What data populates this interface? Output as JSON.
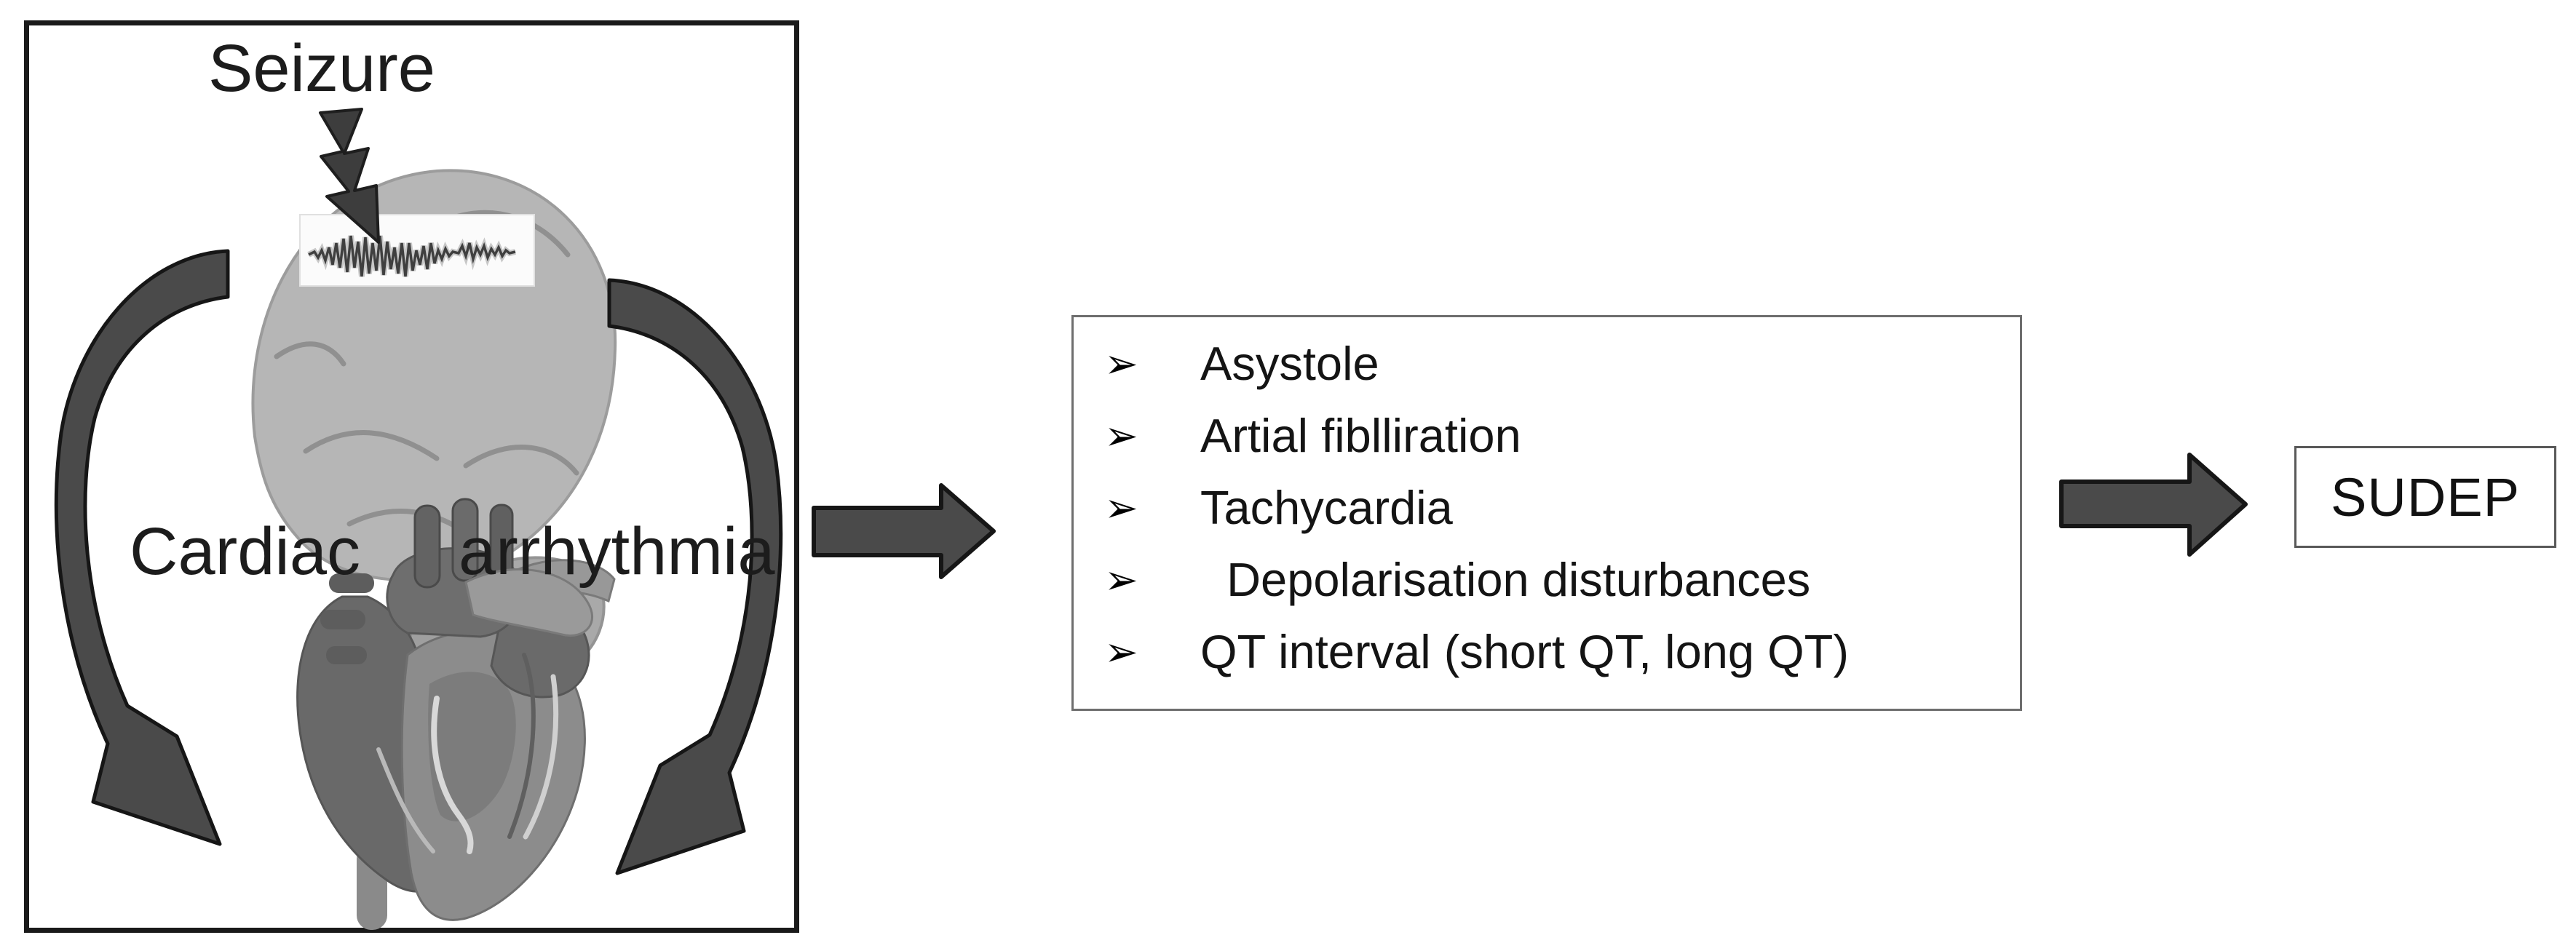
{
  "colors": {
    "arrow_fill": "#4a4a4a",
    "arrow_outline": "#161616",
    "left_box_border": "#1a1a1a",
    "list_box_border": "#6e6e6e",
    "outcome_box_border": "#595959",
    "text": "#1c1c1c",
    "brain_fill": "#b5b5b5",
    "heart_fill": "#8c8c8c",
    "eeg_trace": "#3f3f3f"
  },
  "left_panel": {
    "title": "Seizure",
    "cardiac_word": "Cardiac",
    "arrhythmia_word": "arrhythmia"
  },
  "arrhythmia_list": {
    "bullet": "➢",
    "items": [
      "Asystole",
      "Artial fiblliration",
      "Tachycardia",
      "  Depolarisation disturbances",
      "QT interval (short QT, long QT)"
    ]
  },
  "outcome": {
    "label": "SUDEP"
  }
}
